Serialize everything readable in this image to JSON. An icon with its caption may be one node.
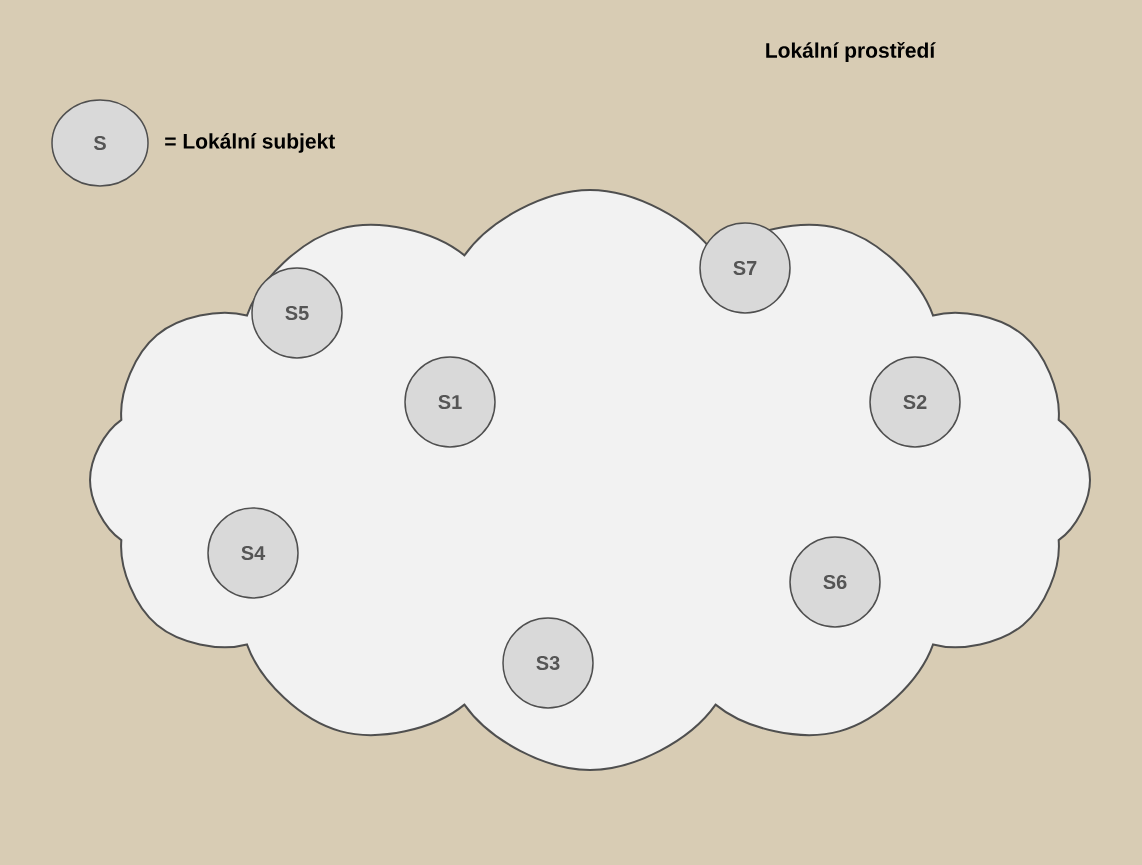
{
  "diagram": {
    "title": "Lokální prostředí",
    "nodes": [
      {
        "text": [
          "S"
        ],
        "beside": [
          "= Lokální subjekt"
        ]
      },
      {
        "text": [],
        "shape": "cloud"
      },
      {
        "text": [
          "S7"
        ],
        "in": 1
      },
      {
        "text": [
          "S5"
        ],
        "in": 1
      },
      {
        "text": [
          "S1"
        ],
        "in": 1
      },
      {
        "text": [
          "S2"
        ],
        "in": 1
      },
      {
        "text": [
          "S4"
        ],
        "in": 1
      },
      {
        "text": [
          "S6"
        ],
        "in": 1
      },
      {
        "text": [
          "S3"
        ],
        "in": 1
      }
    ]
  }
}
